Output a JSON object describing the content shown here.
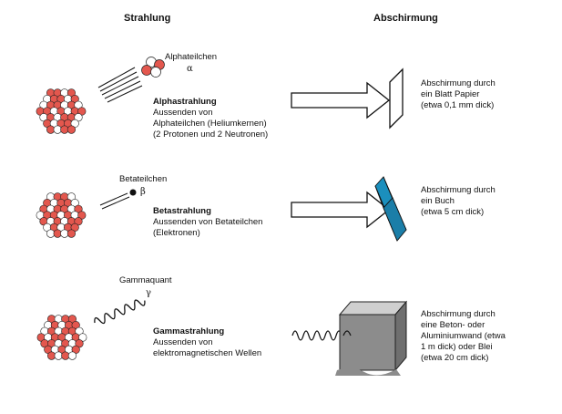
{
  "headers": {
    "radiation": "Strahlung",
    "shielding": "Abschirmung"
  },
  "rows": [
    {
      "particle_label": "Alphateilchen",
      "symbol": "α",
      "title": "Alphastrahlung",
      "description": "Aussenden von\nAlphateilchen (Heliumkernen)\n(2 Protonen und 2 Neutronen)",
      "shield_text": "Abschirmung durch\nein Blatt Papier\n(etwa 0,1 mm dick)"
    },
    {
      "particle_label": "Betateilchen",
      "symbol": "β",
      "title": "Betastrahlung",
      "description": "Aussenden von Betateilchen\n(Elektronen)",
      "shield_text": "Abschirmung durch\nein Buch\n(etwa 5 cm dick)"
    },
    {
      "particle_label": "Gammaquant",
      "symbol": "γ",
      "title": "Gammastrahlung",
      "description": "Aussenden von\nelektromagnetischen Wellen",
      "shield_text": "Abschirmung durch\neine Beton- oder\nAluminiumwand (etwa\n1 m dick) oder Blei\n(etwa 20 cm dick)"
    }
  ],
  "colors": {
    "nucleon_red": "#e3574e",
    "book_blue": "#29aee3",
    "block_gray": "#8c8c8c"
  }
}
